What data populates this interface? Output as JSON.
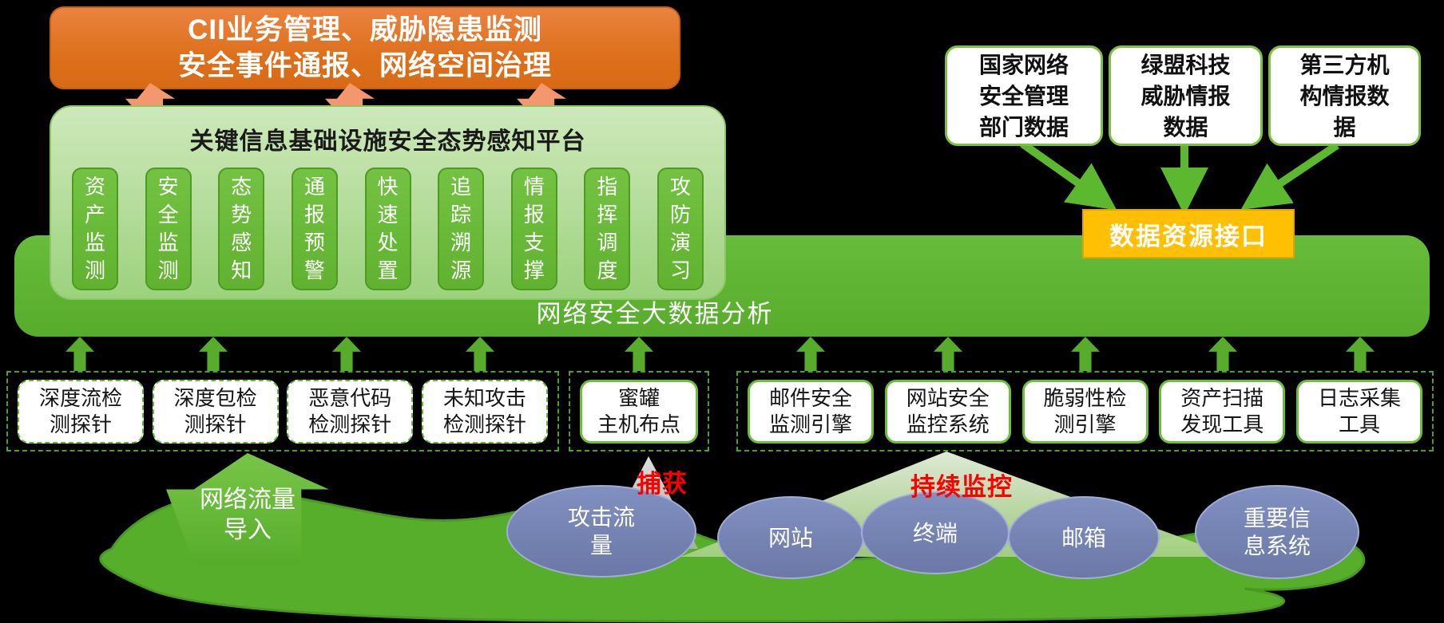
{
  "top_banner": {
    "line1": "CII业务管理、威胁隐患监测",
    "line2": "安全事件通报、网络空间治理"
  },
  "platform": {
    "title": "关键信息基础设施安全态势感知平台",
    "modules": [
      "资产监测",
      "安全监测",
      "态势感知",
      "通报预警",
      "快速处置",
      "追踪溯源",
      "情报支撑",
      "指挥调度",
      "攻防演习"
    ]
  },
  "band": {
    "label": "网络安全大数据分析"
  },
  "data_sources": {
    "boxes": [
      "国家网络\n安全管理\n部门数据",
      "绿盟科技\n威胁情报\n数据",
      "第三方机\n构情报数\n据"
    ],
    "interface_label": "数据资源接口"
  },
  "sensors": {
    "probe_group": [
      "深度流检\n测探针",
      "深度包检\n测探针",
      "恶意代码\n检测探针",
      "未知攻击\n检测探针"
    ],
    "honeypot_group": [
      "蜜罐\n主机布点"
    ],
    "engine_group": [
      "邮件安全\n监测引擎",
      "网站安全\n监控系统",
      "脆弱性检\n测引擎",
      "资产扫描\n发现工具",
      "日志采集\n工具"
    ]
  },
  "bottom": {
    "traffic_arrow_label": "网络流量\n导入",
    "capture_label": "捕获",
    "monitor_label": "持续监控",
    "targets": [
      "攻击流\n量",
      "网站",
      "终端",
      "邮箱",
      "重要信\n息系统"
    ]
  },
  "colors": {
    "banner_orange": "#DE701C",
    "salmon_arrow": "#F2976E",
    "platform_light_green": "#B3DC99",
    "module_green": "#60B22F",
    "band_green": "#57AD2B",
    "interface_yellow": "#FFC003",
    "box_border_green": "#7DC142",
    "target_blue": "#6B78A8",
    "alert_red": "#FF0000"
  }
}
